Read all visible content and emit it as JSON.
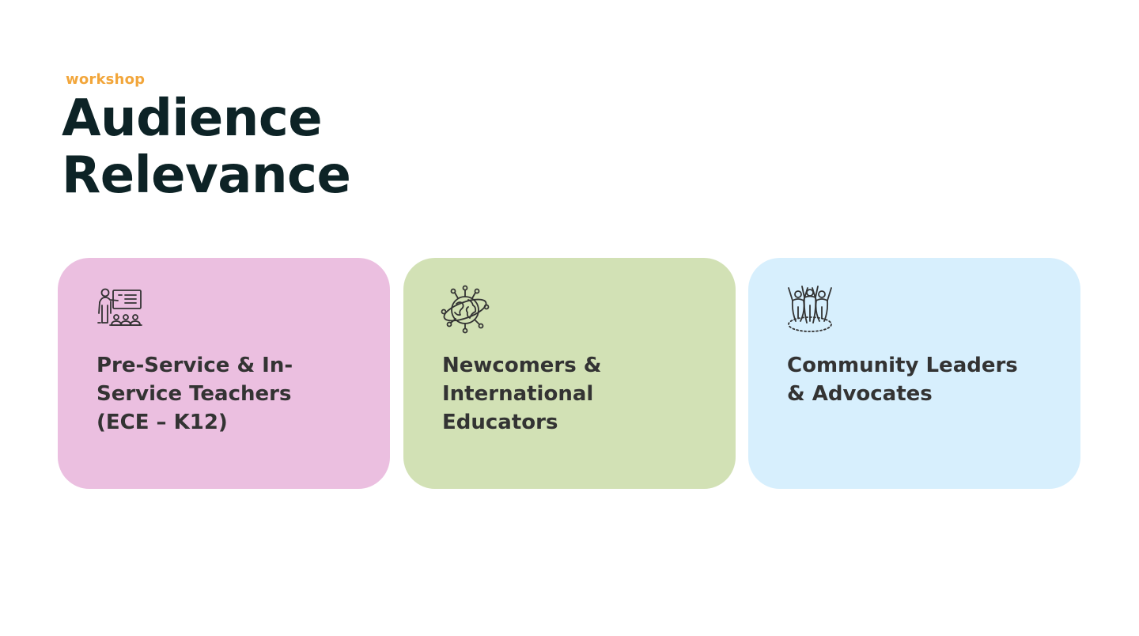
{
  "slide": {
    "eyebrow": "workshop",
    "title_lines": [
      "Audience",
      "Relevance"
    ]
  },
  "cards": [
    {
      "icon": "teacher-presentation-icon",
      "label": "Pre-Service & In-Service Teachers (ECE – K12)",
      "color": "#ebbfe0"
    },
    {
      "icon": "global-network-icon",
      "label": "Newcomers & International Educators",
      "color": "#d2e1b5"
    },
    {
      "icon": "community-hands-up-icon",
      "label": "Community Leaders & Advocates",
      "color": "#d7effd"
    }
  ],
  "colors": {
    "accent": "#f2a63b",
    "title": "#0d2326",
    "body_text": "#333333",
    "background": "#ffffff"
  }
}
